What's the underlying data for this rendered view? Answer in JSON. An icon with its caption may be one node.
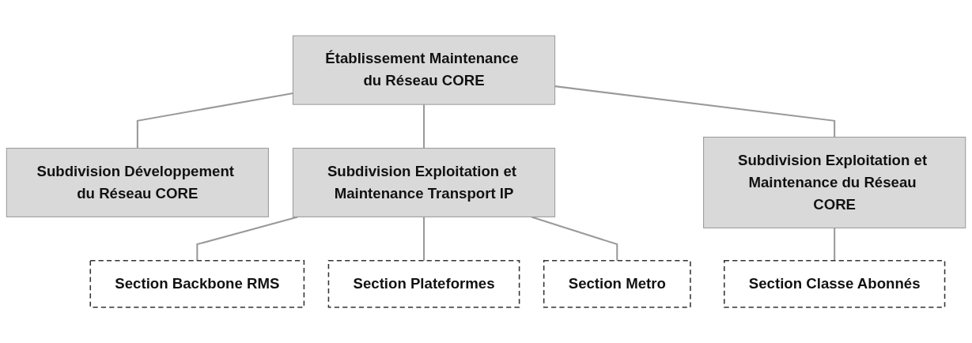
{
  "diagram": {
    "nodes": [
      {
        "text": [
          "Établissement Maintenance du Réseau CORE"
        ]
      },
      {
        "text": [
          "Subdivision Développement du Réseau CORE"
        ]
      },
      {
        "text": [
          "Subdivision Exploitation et Maintenance Transport IP"
        ]
      },
      {
        "text": [
          "Subdivision Exploitation et Maintenance du Réseau CORE"
        ]
      },
      {
        "text": [
          "Section Backbone RMS"
        ]
      },
      {
        "text": [
          "Section Plateformes"
        ]
      },
      {
        "text": [
          "Section Metro"
        ]
      },
      {
        "text": [
          "Section Classe Abonnés"
        ]
      }
    ],
    "edges": [
      {
        "from": 0,
        "to": 1,
        "arrow": "none"
      },
      {
        "from": 0,
        "to": 2,
        "arrow": "none"
      },
      {
        "from": 0,
        "to": 3,
        "arrow": "none"
      },
      {
        "from": 2,
        "to": 4,
        "arrow": "none"
      },
      {
        "from": 2,
        "to": 5,
        "arrow": "none"
      },
      {
        "from": 2,
        "to": 6,
        "arrow": "none"
      },
      {
        "from": 3,
        "to": 7,
        "arrow": "none"
      }
    ]
  }
}
